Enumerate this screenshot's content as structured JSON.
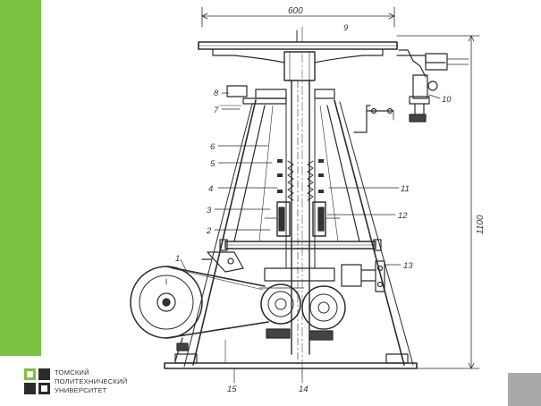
{
  "drawing": {
    "dimensions": {
      "width": "600",
      "height": "1100"
    },
    "parts": [
      "1",
      "2",
      "3",
      "4",
      "5",
      "6",
      "7",
      "8",
      "9",
      "10",
      "11",
      "12",
      "13",
      "14",
      "15"
    ]
  },
  "logo": {
    "lines": [
      "ТОМСКИЙ",
      "ПОЛИТЕХНИЧЕСКИЙ",
      "УНИВЕРСИТЕТ"
    ],
    "accent_color": "#7bc142"
  },
  "theme": {
    "sidebar_color": "#7bc142",
    "nav_color": "#a9a9a9"
  }
}
